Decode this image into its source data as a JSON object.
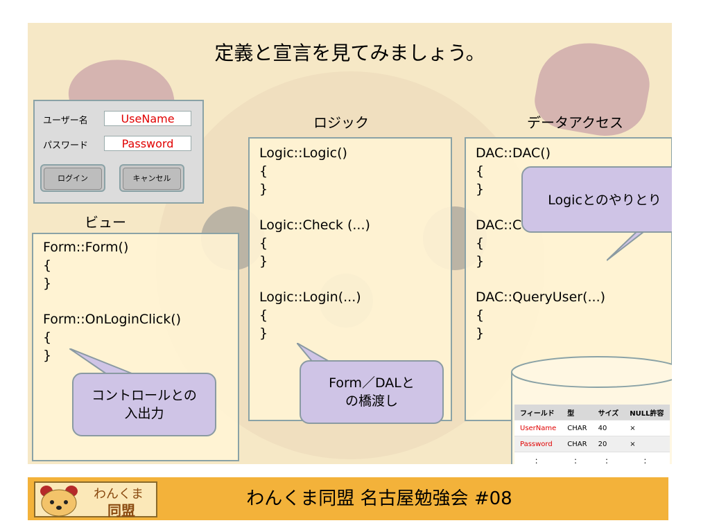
{
  "title": "定義と宣言を見てみましょう。",
  "login_form": {
    "username_label": "ユーザー名",
    "username_value": "UseName",
    "password_label": "パスワード",
    "password_value": "Password",
    "login_button": "ログイン",
    "cancel_button": "キャンセル"
  },
  "columns": {
    "view": {
      "heading": "ビュー",
      "code": "Form::Form()\n{\n}\n\nForm::OnLoginClick()\n{\n}"
    },
    "logic": {
      "heading": "ロジック",
      "code": "Logic::Logic()\n{\n}\n\nLogic::Check (...)\n{\n}\n\nLogic::Login(...)\n{\n}"
    },
    "dac": {
      "heading": "データアクセス",
      "code": "DAC::DAC()\n{\n}\n\nDAC::Connect(...)\n{\n}\n\nDAC::QueryUser(...)\n{\n}"
    }
  },
  "callouts": {
    "view": "コントロールとの\n入出力",
    "logic": "Form／DALと\nの橋渡し",
    "dac": "Logicとのやりとり"
  },
  "db_table": {
    "headers": [
      "フィールド",
      "型",
      "サイズ",
      "NULL許容"
    ],
    "rows": [
      [
        "UserName",
        "CHAR",
        "40",
        "×"
      ],
      [
        "Password",
        "CHAR",
        "20",
        "×"
      ],
      [
        "：",
        "：",
        "：",
        "："
      ]
    ]
  },
  "footer": {
    "logo_line1": "わんくま",
    "logo_line2": "同盟",
    "text": "わんくま同盟 名古屋勉強会 #08"
  },
  "colors": {
    "slide_bg": "#f6e8c6",
    "callout_fill": "#cfc4e6",
    "footer_bg": "#f3b23a",
    "input_text": "#e00000"
  }
}
